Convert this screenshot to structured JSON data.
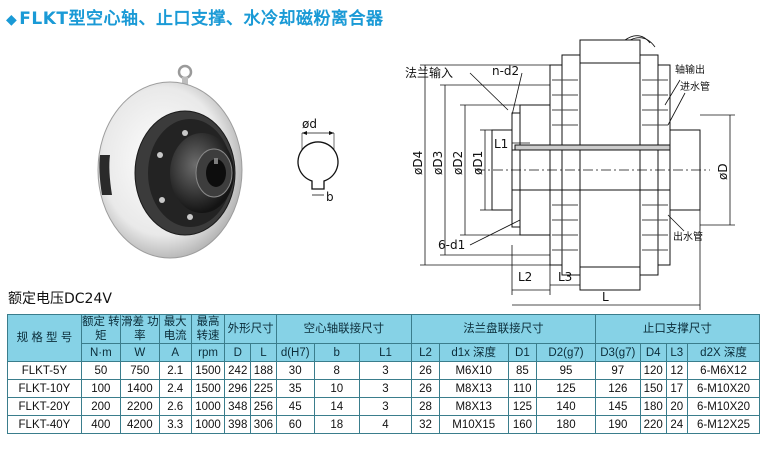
{
  "title": "FLKT型空心轴、止口支撑、水冷却磁粉离合器",
  "voltage_label": "额定电压DC24V",
  "diagram": {
    "section_labels": {
      "d": "ød",
      "b": "b"
    },
    "labels": {
      "flange_input": "法兰输入",
      "nd2": "n-d2",
      "shaft_output": "轴输出",
      "water_in": "进水管",
      "water_out": "出水管",
      "d1_holes": "6-d1",
      "L1": "L1",
      "L2": "L2",
      "L3": "L3",
      "L": "L",
      "D": "øD",
      "D1": "øD1",
      "D2": "øD2",
      "D3": "øD3",
      "D4": "øD4"
    }
  },
  "table": {
    "header1": {
      "model": "规 格 型 号",
      "torque": "额定 转矩",
      "slip_power": "滑差 功率",
      "max_current": "最大 电流",
      "max_speed": "最高 转速",
      "outline": "外形尺寸",
      "hollow_shaft": "空心轴联接尺寸",
      "flange": "法兰盘联接尺寸",
      "spigot": "止口支撑尺寸"
    },
    "header2": {
      "torque_unit": "N·m",
      "power_unit": "W",
      "current_unit": "A",
      "speed_unit": "rpm",
      "D": "D",
      "L": "L",
      "d": "d(H7)",
      "b": "b",
      "L1": "L1",
      "L2": "L2",
      "d1x": "d1x 深度",
      "D1": "D1",
      "D2": "D2(g7)",
      "D3": "D3(g7)",
      "D4": "D4",
      "L3": "L3",
      "d2x": "d2X 深度"
    },
    "rows": [
      [
        "FLKT-5Y",
        "50",
        "750",
        "2.1",
        "1500",
        "242",
        "188",
        "30",
        "8",
        "3",
        "26",
        "M6X10",
        "85",
        "95",
        "97",
        "120",
        "12",
        "6-M6X12"
      ],
      [
        "FLKT-10Y",
        "100",
        "1400",
        "2.4",
        "1500",
        "296",
        "225",
        "35",
        "10",
        "3",
        "26",
        "M8X13",
        "110",
        "125",
        "126",
        "150",
        "17",
        "6-M10X20"
      ],
      [
        "FLKT-20Y",
        "200",
        "2200",
        "2.6",
        "1000",
        "348",
        "256",
        "45",
        "14",
        "3",
        "28",
        "M8X13",
        "125",
        "140",
        "145",
        "180",
        "20",
        "6-M10X20"
      ],
      [
        "FLKT-40Y",
        "400",
        "4200",
        "3.3",
        "1000",
        "398",
        "306",
        "60",
        "18",
        "4",
        "32",
        "M10X15",
        "160",
        "180",
        "190",
        "220",
        "24",
        "6-M12X25"
      ]
    ]
  },
  "colors": {
    "title": "#1a9ad6",
    "table_header": "#86d2e6",
    "table_border": "#3a7d8c"
  }
}
